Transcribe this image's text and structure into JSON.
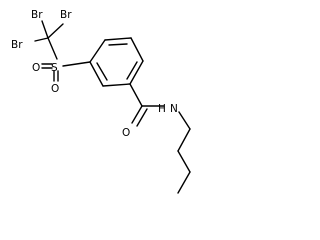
{
  "molecule": {
    "bond_color": "#000000",
    "label_color": "#000000",
    "atoms": {
      "br_top_left": "Br",
      "br_top_right": "Br",
      "br_left": "Br",
      "sulfur": "S",
      "oxygen_left": "O",
      "oxygen_bottom": "O",
      "carbonyl_oxygen": "O",
      "amide_nitrogen": "N",
      "amide_hydrogen": "H"
    }
  }
}
